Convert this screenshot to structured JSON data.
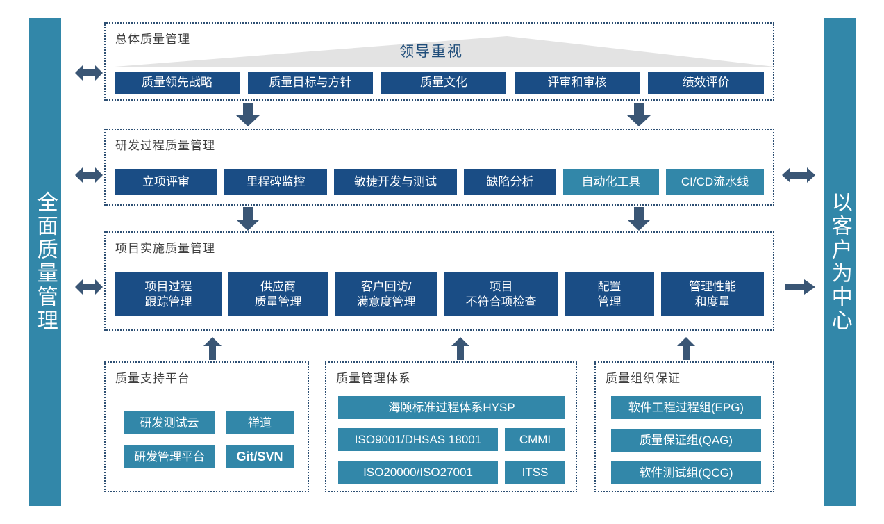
{
  "sidebars": {
    "left": {
      "label": "全面质量管理"
    },
    "right": {
      "label": "以客户为中心"
    }
  },
  "colors": {
    "navy": "#1a4d85",
    "teal": "#3287a9",
    "arrow": "#3a5675",
    "dotted_border": "#2d4f73",
    "triangle": "#e3e3e3",
    "title_text": "#3f3f3f",
    "leader_text": "#1f4d7a"
  },
  "sections": {
    "overall": {
      "title": "总体质量管理",
      "triangle_label": "领导重视",
      "boxes": [
        {
          "label": "质量领先战略",
          "style": "navy"
        },
        {
          "label": "质量目标与方针",
          "style": "navy"
        },
        {
          "label": "质量文化",
          "style": "navy"
        },
        {
          "label": "评审和审核",
          "style": "navy"
        },
        {
          "label": "绩效评价",
          "style": "navy"
        }
      ]
    },
    "rnd_process": {
      "title": "研发过程质量管理",
      "boxes": [
        {
          "label": "立项评审",
          "style": "navy"
        },
        {
          "label": "里程碑监控",
          "style": "navy"
        },
        {
          "label": "敏捷开发与测试",
          "style": "navy"
        },
        {
          "label": "缺陷分析",
          "style": "navy"
        },
        {
          "label": "自动化工具",
          "style": "teal"
        },
        {
          "label": "CI/CD流水线",
          "style": "teal"
        }
      ]
    },
    "project_impl": {
      "title": "项目实施质量管理",
      "boxes": [
        {
          "line1": "项目过程",
          "line2": "跟踪管理",
          "style": "navy"
        },
        {
          "line1": "供应商",
          "line2": "质量管理",
          "style": "navy"
        },
        {
          "line1": "客户回访/",
          "line2": "满意度管理",
          "style": "navy"
        },
        {
          "line1": "项目",
          "line2": "不符合项检查",
          "style": "navy"
        },
        {
          "line1": "配置",
          "line2": "管理",
          "style": "navy"
        },
        {
          "line1": "管理性能",
          "line2": "和度量",
          "style": "navy"
        }
      ]
    },
    "support_platform": {
      "title": "质量支持平台",
      "boxes": [
        {
          "label": "研发测试云",
          "style": "teal",
          "bold": false
        },
        {
          "label": "禅道",
          "style": "teal",
          "bold": false
        },
        {
          "label": "研发管理平台",
          "style": "teal",
          "bold": false
        },
        {
          "label": "Git/SVN",
          "style": "teal",
          "bold": true
        }
      ]
    },
    "management_system": {
      "title": "质量管理体系",
      "boxes": [
        {
          "label": "海颐标准过程体系HYSP",
          "style": "teal"
        },
        {
          "label": "ISO9001/DHSAS 18001",
          "style": "teal"
        },
        {
          "label": "CMMI",
          "style": "teal"
        },
        {
          "label": "ISO20000/ISO27001",
          "style": "teal"
        },
        {
          "label": "ITSS",
          "style": "teal"
        }
      ]
    },
    "org_assurance": {
      "title": "质量组织保证",
      "boxes": [
        {
          "label": "软件工程过程组(EPG)",
          "style": "teal"
        },
        {
          "label": "质量保证组(QAG)",
          "style": "teal"
        },
        {
          "label": "软件测试组(QCG)",
          "style": "teal"
        }
      ]
    }
  },
  "arrows": {
    "left_overall": "double-arrow-horizontal",
    "left_rnd": "double-arrow-horizontal",
    "left_project": "double-arrow-horizontal",
    "right_rnd": "double-arrow-horizontal",
    "right_project": "arrow-right",
    "overall_to_rnd_left": "arrow-down",
    "overall_to_rnd_right": "arrow-down",
    "rnd_to_project_left": "arrow-down",
    "rnd_to_project_right": "arrow-down",
    "support_to_project": "arrow-up",
    "system_to_project": "arrow-up",
    "org_to_project": "arrow-up"
  }
}
